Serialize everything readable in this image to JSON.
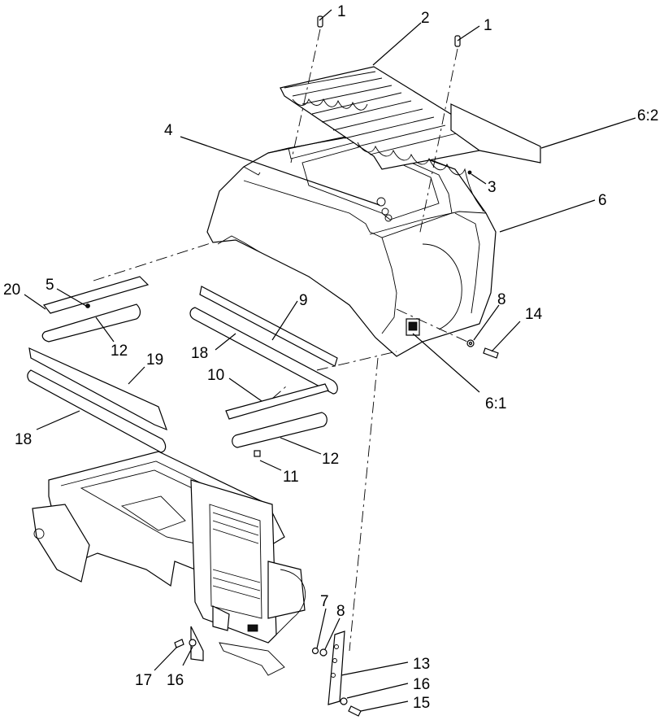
{
  "callouts": [
    {
      "id": "c1a",
      "label": "1"
    },
    {
      "id": "c2",
      "label": "2"
    },
    {
      "id": "c1b",
      "label": "1"
    },
    {
      "id": "c62",
      "label": "6:2"
    },
    {
      "id": "c4",
      "label": "4"
    },
    {
      "id": "c3",
      "label": "3"
    },
    {
      "id": "c6",
      "label": "6"
    },
    {
      "id": "c20",
      "label": "20"
    },
    {
      "id": "c5",
      "label": "5"
    },
    {
      "id": "c9",
      "label": "9"
    },
    {
      "id": "c12a",
      "label": "12"
    },
    {
      "id": "c18a",
      "label": "18"
    },
    {
      "id": "c19",
      "label": "19"
    },
    {
      "id": "c8a",
      "label": "8"
    },
    {
      "id": "c14",
      "label": "14"
    },
    {
      "id": "c10",
      "label": "10"
    },
    {
      "id": "c61",
      "label": "6:1"
    },
    {
      "id": "c18b",
      "label": "18"
    },
    {
      "id": "c12b",
      "label": "12"
    },
    {
      "id": "c11",
      "label": "11"
    },
    {
      "id": "c7",
      "label": "7"
    },
    {
      "id": "c8b",
      "label": "8"
    },
    {
      "id": "c13",
      "label": "13"
    },
    {
      "id": "c16a",
      "label": "16"
    },
    {
      "id": "c17",
      "label": "17"
    },
    {
      "id": "c16b",
      "label": "16"
    },
    {
      "id": "c15",
      "label": "15"
    }
  ]
}
